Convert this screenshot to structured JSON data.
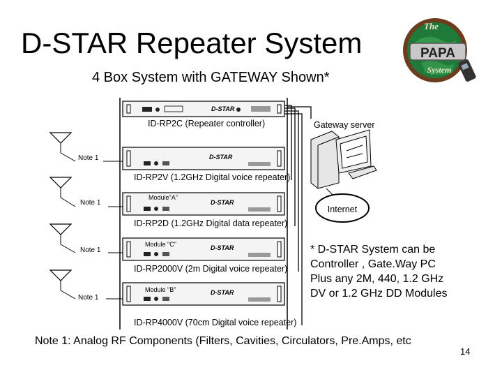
{
  "slide": {
    "title": "D-STAR Repeater System",
    "subtitle": "4 Box System with GATEWAY Shown*",
    "page_number": "14"
  },
  "logo": {
    "line1": "The",
    "line2": "PAPA",
    "line3": "System",
    "colors": {
      "globe": "#1f7a3a",
      "ring": "#6b3d1e",
      "banner": "#c8c8c8"
    }
  },
  "units": [
    {
      "label": "ID-RP2C (Repeater controller)",
      "brand": "D-STAR",
      "module": "",
      "note": ""
    },
    {
      "label": "ID-RP2V (1.2GHz Digital voice repeater)",
      "brand": "D-STAR",
      "module": "",
      "note": "Note 1"
    },
    {
      "label": "ID-RP2D (1.2GHz Digital data repeater)",
      "brand": "D-STAR",
      "module": "Module\"A\"",
      "note": "Note 1"
    },
    {
      "label": "ID-RP2000V (2m Digital voice repeater)",
      "brand": "D-STAR",
      "module": "Module \"C\"",
      "note": "Note 1"
    },
    {
      "label": "ID-RP4000V (70cm Digital voice repeater)",
      "brand": "D-STAR",
      "module": "Module \"B\"",
      "note": "Note 1"
    }
  ],
  "gateway": {
    "label": "Gateway server"
  },
  "internet": {
    "label": "Internet"
  },
  "side_note": {
    "lines": [
      "* D-STAR System can be",
      "Controller , Gate.Way PC",
      "Plus any 2M, 440, 1.2 GHz",
      "DV or 1.2 GHz DD Modules"
    ]
  },
  "footnote": "Note 1:  Analog RF Components (Filters, Cavities, Circulators, Pre.Amps, etc"
}
